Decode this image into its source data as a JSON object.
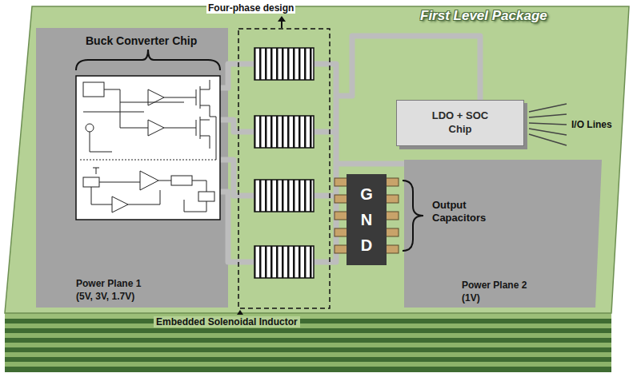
{
  "diagram": {
    "nodes": [
      {
        "text": [
          "First Level Package"
        ]
      },
      {
        "text": [
          "Buck Converter Chip"
        ],
        "in": 0
      },
      {
        "text": [
          "Power Plane 1 (5V, 3V, 1.7V)"
        ],
        "in": 0
      },
      {
        "text": [
          "LDO + SOC Chip"
        ],
        "in": 0
      },
      {
        "text": [
          "GND"
        ],
        "in": 0
      },
      {
        "text": [
          "Power Plane 2 (1V)"
        ],
        "in": 0
      }
    ],
    "labels": [
      "Four-phase design",
      "Output Capacitors",
      "I/O Lines",
      "Embedded Solenoidal Inductor"
    ]
  }
}
